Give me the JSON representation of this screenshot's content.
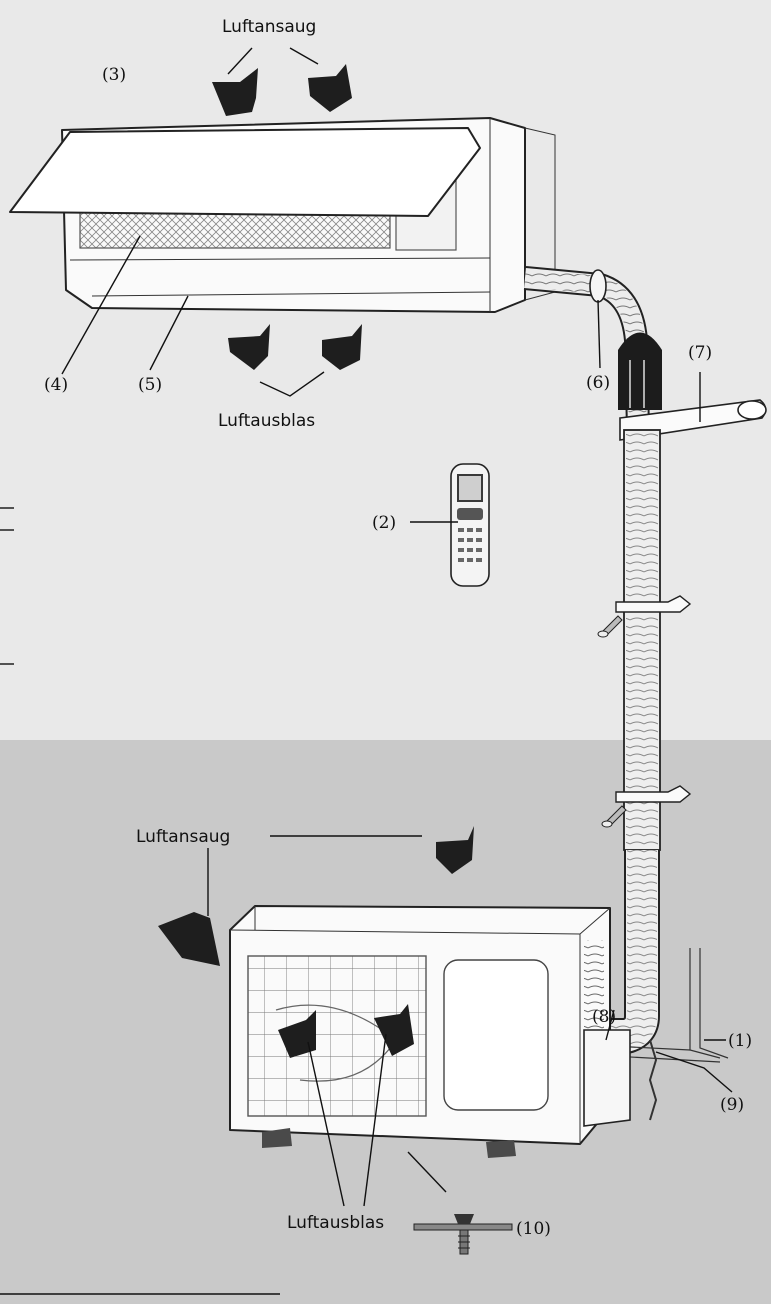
{
  "labels": {
    "air_intake_top": "Luftansaug",
    "air_outlet_top": "Luftausblas",
    "air_intake_bottom": "Luftansaug",
    "air_outlet_bottom": "Luftausblas",
    "part_1": "(1)",
    "part_2": "(2)",
    "part_3": "(3)",
    "part_4": "(4)",
    "part_5": "(5)",
    "part_6": "(6)",
    "part_7": "(7)",
    "part_8": "(8)",
    "part_9": "(9)",
    "part_10": "(10)"
  },
  "colors": {
    "upper_background": "#e9e9e9",
    "lower_background": "#c9c9c9",
    "arrow": "#1e1e1e"
  }
}
